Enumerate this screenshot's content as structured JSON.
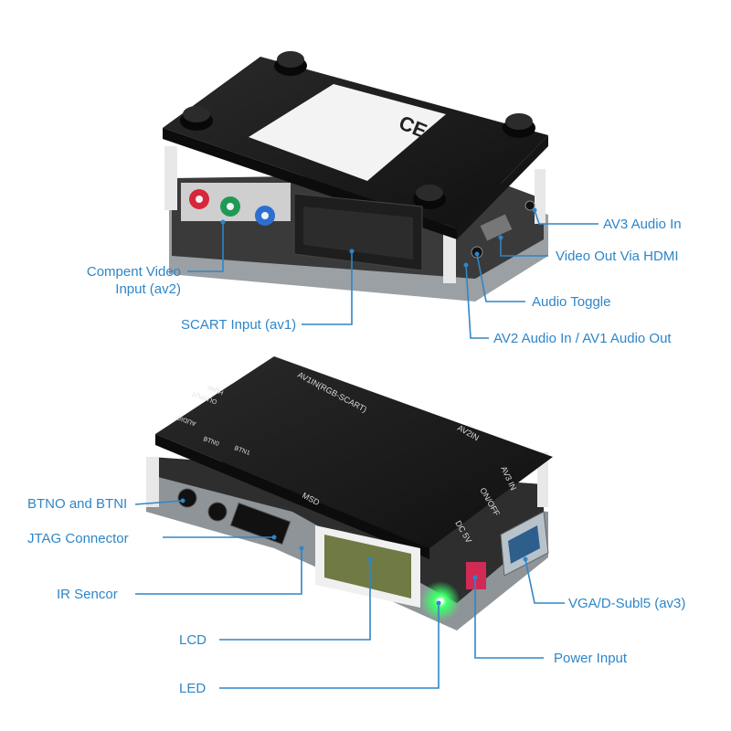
{
  "labels": {
    "av3_audio_in": "AV3 Audio In",
    "video_out_hdmi": "Video Out Via HDMI",
    "audio_toggle": "Audio Toggle",
    "av2_audio": "AV2 Audio In / AV1 Audio Out",
    "component_video_line1": "Compent Video",
    "component_video_line2": "Input (av2)",
    "scart_input": "SCART Input (av1)",
    "btn": "BTNO and BTNI",
    "jtag": "JTAG Connector",
    "ir": "IR  Sencor",
    "lcd": "LCD",
    "led": "LED",
    "vga": "VGA/D-Subl5 (av3)",
    "power": "Power Input"
  },
  "board_text": {
    "top_label": "AV1IN(RGB-SCART)",
    "av2in": "AV2IN",
    "av3in": "AV3 IN",
    "onoff": "ON/OFF",
    "dc5v": "DC 5V",
    "msd": "MSD",
    "btn0": "BTN0",
    "btn1": "BTN1",
    "output": "OUTPUT",
    "hdmi": "HDMI",
    "audio": "AUDIO",
    "ce_mark": "CE"
  },
  "colors": {
    "accent": "#2e86c8",
    "board": "#1c1c1c",
    "rca_red": "#d8263a",
    "rca_green": "#1f9a55",
    "rca_blue": "#2c6fd1",
    "led_green": "#3cff6a"
  }
}
